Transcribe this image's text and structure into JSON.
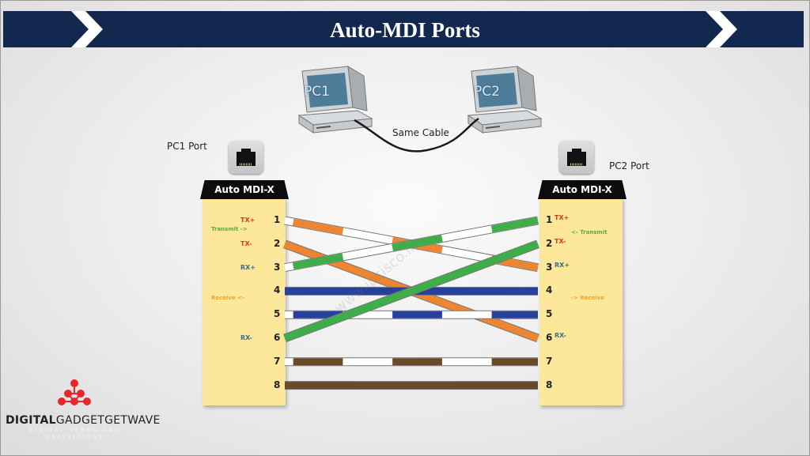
{
  "title": "Auto-MDI Ports",
  "colors": {
    "banner": "#13284f",
    "panel": "#fde79a",
    "orange": "#ee8530",
    "green": "#3fae49",
    "blue": "#27409a",
    "brown": "#6b4a2a",
    "tx_label": "#c9401c",
    "rx_label": "#3d6f8c",
    "transmit_hint": "#5cab3c",
    "receive_hint": "#e9a23a",
    "logo_red": "#e8262b"
  },
  "top": {
    "pc1_label": "PC1",
    "pc2_label": "PC2",
    "cable_label": "Same Cable"
  },
  "left": {
    "port_label": "PC1 Port",
    "header": "Auto MDI-X",
    "pins": [
      "1",
      "2",
      "3",
      "4",
      "5",
      "6",
      "7",
      "8"
    ],
    "signals": [
      {
        "pin": 1,
        "label": "TX+",
        "kind": "tx"
      },
      {
        "pin": 2,
        "label": "TX-",
        "kind": "tx"
      },
      {
        "pin": 3,
        "label": "RX+",
        "kind": "rx"
      },
      {
        "pin": 6,
        "label": "RX-",
        "kind": "rx"
      }
    ],
    "transmit_hint": "Transmit ->",
    "receive_hint": "Receive <-"
  },
  "right": {
    "port_label": "PC2 Port",
    "header": "Auto MDI-X",
    "pins": [
      "1",
      "2",
      "3",
      "4",
      "5",
      "6",
      "7",
      "8"
    ],
    "signals": [
      {
        "pin": 1,
        "label": "TX+",
        "kind": "tx"
      },
      {
        "pin": 2,
        "label": "TX-",
        "kind": "tx"
      },
      {
        "pin": 3,
        "label": "RX+",
        "kind": "rx"
      },
      {
        "pin": 6,
        "label": "RX-",
        "kind": "rx"
      }
    ],
    "transmit_hint": "<- Transmit",
    "receive_hint": "-> Receive"
  },
  "wires": [
    {
      "name": "white-orange",
      "from": 1,
      "to": 3,
      "color": "orange",
      "striped": true
    },
    {
      "name": "orange",
      "from": 2,
      "to": 6,
      "color": "orange",
      "striped": false
    },
    {
      "name": "white-green",
      "from": 3,
      "to": 1,
      "color": "green",
      "striped": true
    },
    {
      "name": "blue",
      "from": 4,
      "to": 4,
      "color": "blue",
      "striped": false
    },
    {
      "name": "white-blue",
      "from": 5,
      "to": 5,
      "color": "blue",
      "striped": true
    },
    {
      "name": "green",
      "from": 6,
      "to": 2,
      "color": "green",
      "striped": false
    },
    {
      "name": "white-brown",
      "from": 7,
      "to": 7,
      "color": "brown",
      "striped": true
    },
    {
      "name": "brown",
      "from": 8,
      "to": 8,
      "color": "brown",
      "striped": false
    }
  ],
  "watermark": "www.ipcisco.in",
  "logo": {
    "bold": "DIGITAL",
    "rest": "GADGETGETWAVE",
    "subtitle": "DIGITAL TERMS AND DEFINITIONS"
  }
}
